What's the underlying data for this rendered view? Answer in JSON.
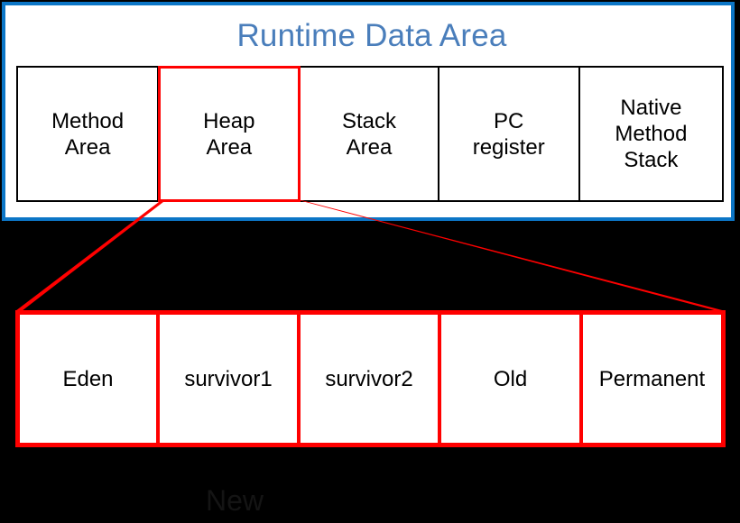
{
  "diagram": {
    "background_color": "#000000",
    "panel": {
      "title": "Runtime Data Area",
      "title_color": "#4a7ebb",
      "border_color": "#0c76c6",
      "fill_color": "#ffffff"
    },
    "highlight_color": "#ff0000",
    "runtime_areas": [
      {
        "label": "Method\nArea",
        "highlighted": false
      },
      {
        "label": "Heap\nArea",
        "highlighted": true
      },
      {
        "label": "Stack\nArea",
        "highlighted": false
      },
      {
        "label": "PC\nregister",
        "highlighted": false
      },
      {
        "label": "Native\nMethod\nStack",
        "highlighted": false
      }
    ],
    "heap_generations": [
      {
        "label": "Eden"
      },
      {
        "label": "survivor1"
      },
      {
        "label": "survivor2"
      },
      {
        "label": "Old"
      },
      {
        "label": "Permanent"
      }
    ],
    "footnote": "New"
  }
}
